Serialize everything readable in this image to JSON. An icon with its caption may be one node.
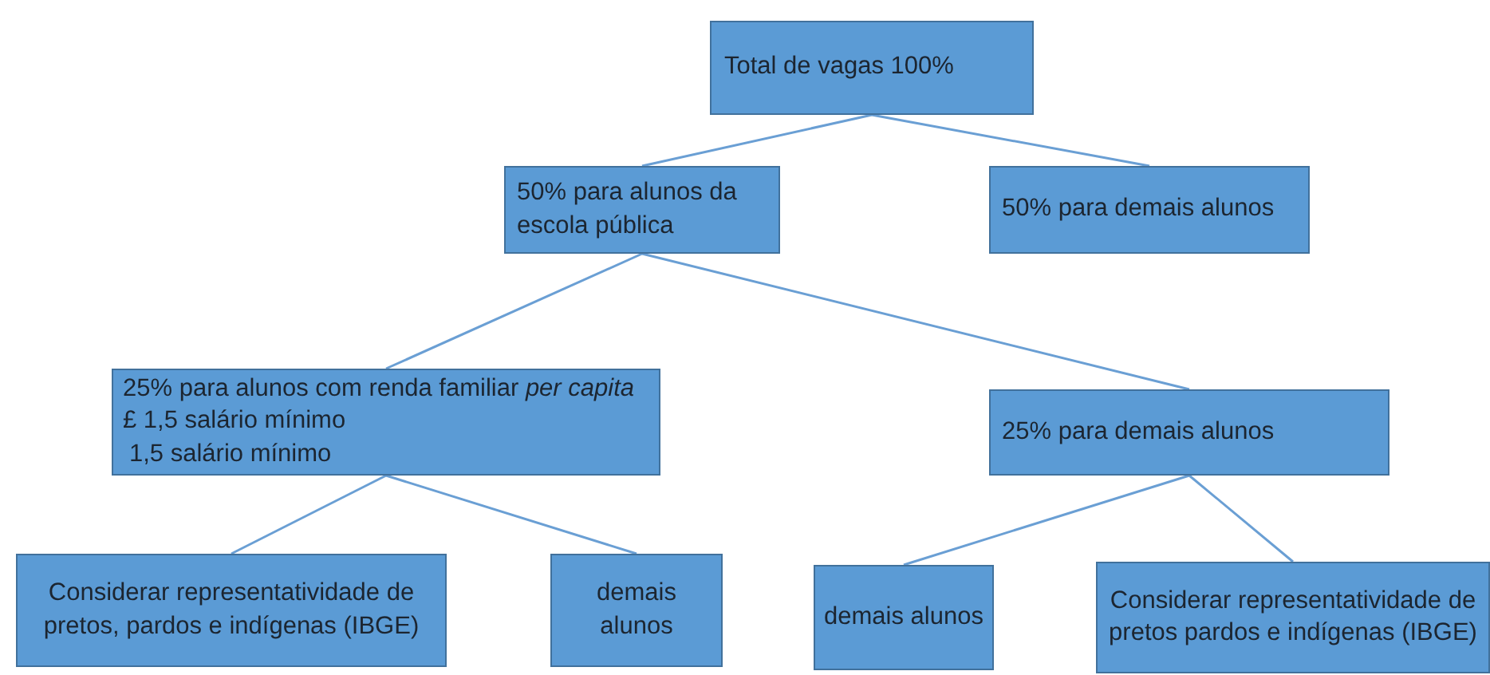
{
  "diagram": {
    "nodes": [
      {
        "text": [
          "Total de vagas 100%"
        ]
      },
      {
        "text": [
          "50% para alunos da escola pública"
        ]
      },
      {
        "text": [
          "50% para demais alunos"
        ]
      },
      {
        "text": [
          "25% para alunos com renda familiar *per capita* £ 1,5 salário mínimo",
          "1,5 salário mínimo"
        ]
      },
      {
        "text": [
          "25% para demais alunos"
        ]
      },
      {
        "text": [
          "Considerar representatividade de pretos, pardos e indígenas (IBGE)"
        ]
      },
      {
        "text": [
          "demais alunos"
        ]
      },
      {
        "text": [
          "demais alunos"
        ]
      },
      {
        "text": [
          "Considerar representatividade de pretos pardos e indígenas (IBGE)"
        ]
      }
    ],
    "edges": [
      {
        "from": 0,
        "to": 1,
        "arrow": "none"
      },
      {
        "from": 0,
        "to": 2,
        "arrow": "none"
      },
      {
        "from": 1,
        "to": 3,
        "arrow": "none"
      },
      {
        "from": 1,
        "to": 4,
        "arrow": "none"
      },
      {
        "from": 3,
        "to": 5,
        "arrow": "none"
      },
      {
        "from": 3,
        "to": 6,
        "arrow": "none"
      },
      {
        "from": 4,
        "to": 7,
        "arrow": "none"
      },
      {
        "from": 4,
        "to": 8,
        "arrow": "none"
      }
    ]
  }
}
